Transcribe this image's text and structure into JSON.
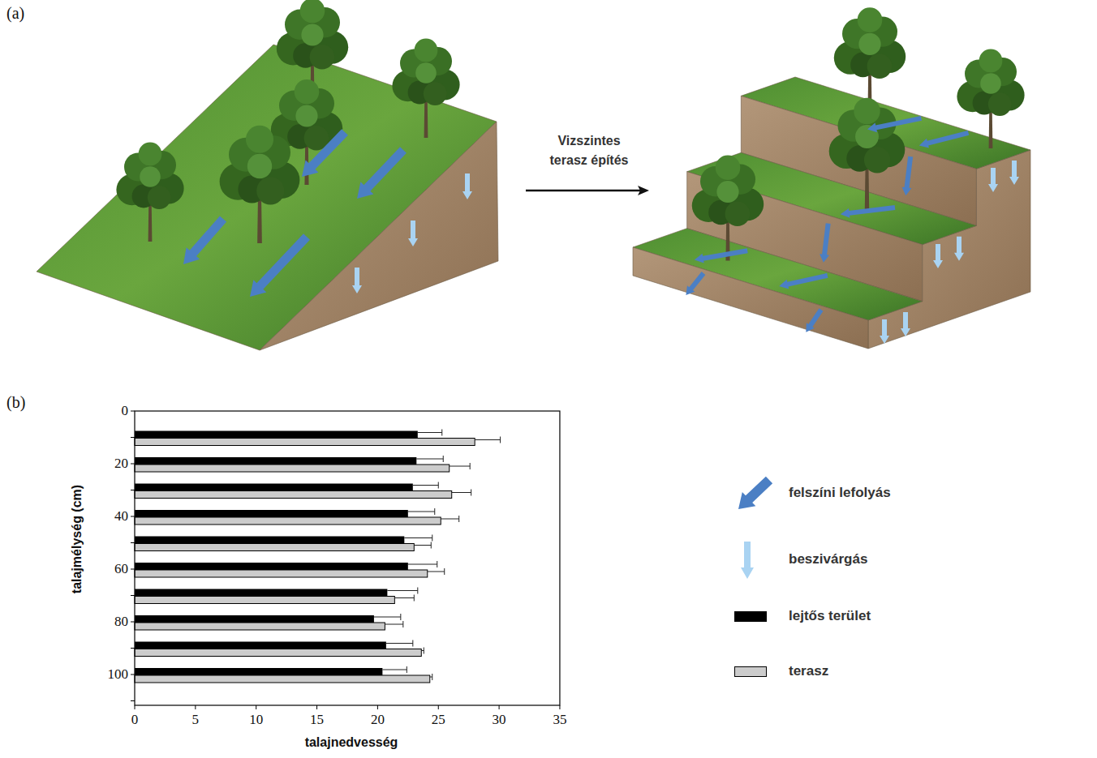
{
  "diagram": {
    "labels": [
      "(a)",
      "Vizszintes terasz építés",
      "(b)",
      "0",
      "20",
      "40",
      "60",
      "80",
      "100",
      "talajmélység (cm)",
      "0",
      "5",
      "10",
      "15",
      "20",
      "25",
      "30",
      "35",
      "talajnedvesség"
    ],
    "legend": [
      {
        "text": "felszíni lefolyás"
      },
      {
        "text": "beszivárgás"
      },
      {
        "text": "lejtős terület",
        "color": "#000000"
      },
      {
        "text": "terasz",
        "color": "#cccccc"
      }
    ]
  }
}
